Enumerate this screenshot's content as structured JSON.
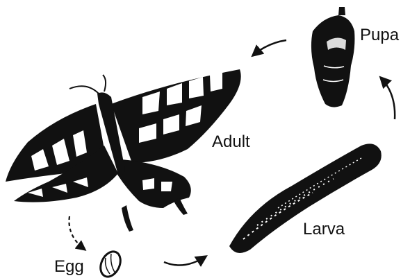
{
  "colors": {
    "ink": "#111111",
    "paper": "#ffffff"
  },
  "stages": {
    "pupa": {
      "label": "Pupa"
    },
    "adult": {
      "label": "Adult"
    },
    "larva": {
      "label": "Larva"
    },
    "egg": {
      "label": "Egg"
    }
  },
  "arrows": [
    "egg-to-larva",
    "larva-to-pupa",
    "pupa-to-adult",
    "adult-to-egg-dashed"
  ]
}
